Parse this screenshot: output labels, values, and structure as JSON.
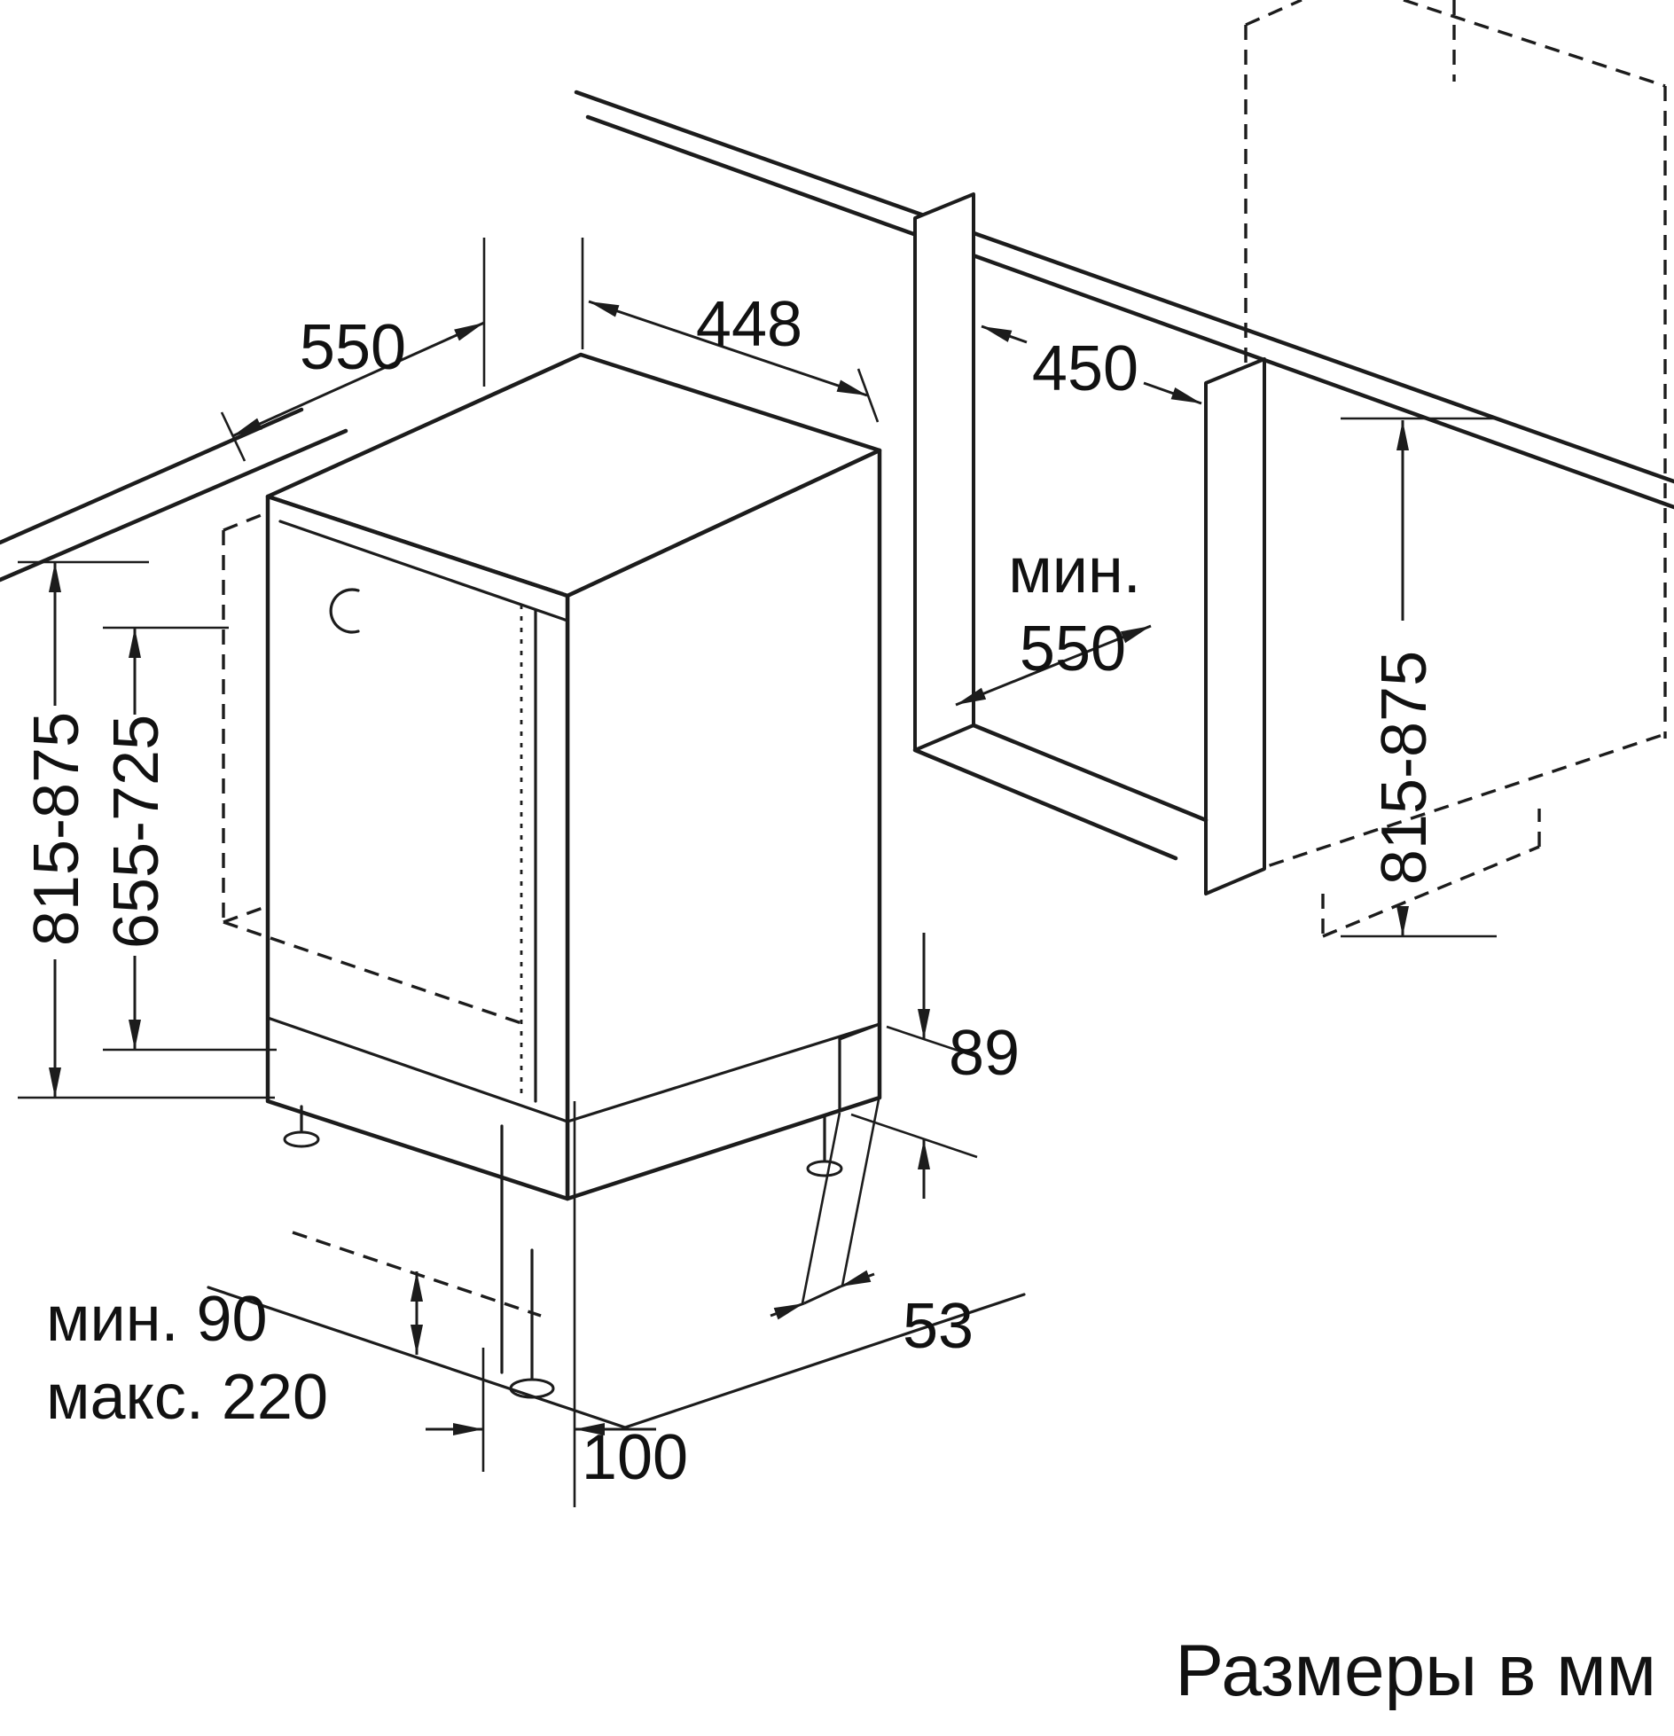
{
  "labels": {
    "appliance_depth": "550",
    "appliance_width": "448",
    "appliance_height": "815-875",
    "door_panel_height": "655-725",
    "plinth_min": "мин. 90",
    "plinth_max": "макс. 220",
    "foot_dim": "100",
    "rear_offset": "53",
    "rear_base_height": "89",
    "niche_width": "450",
    "niche_depth_word": "мин.",
    "niche_depth_value": "550",
    "niche_height": "815-875",
    "units_note": "Размеры в мм"
  }
}
